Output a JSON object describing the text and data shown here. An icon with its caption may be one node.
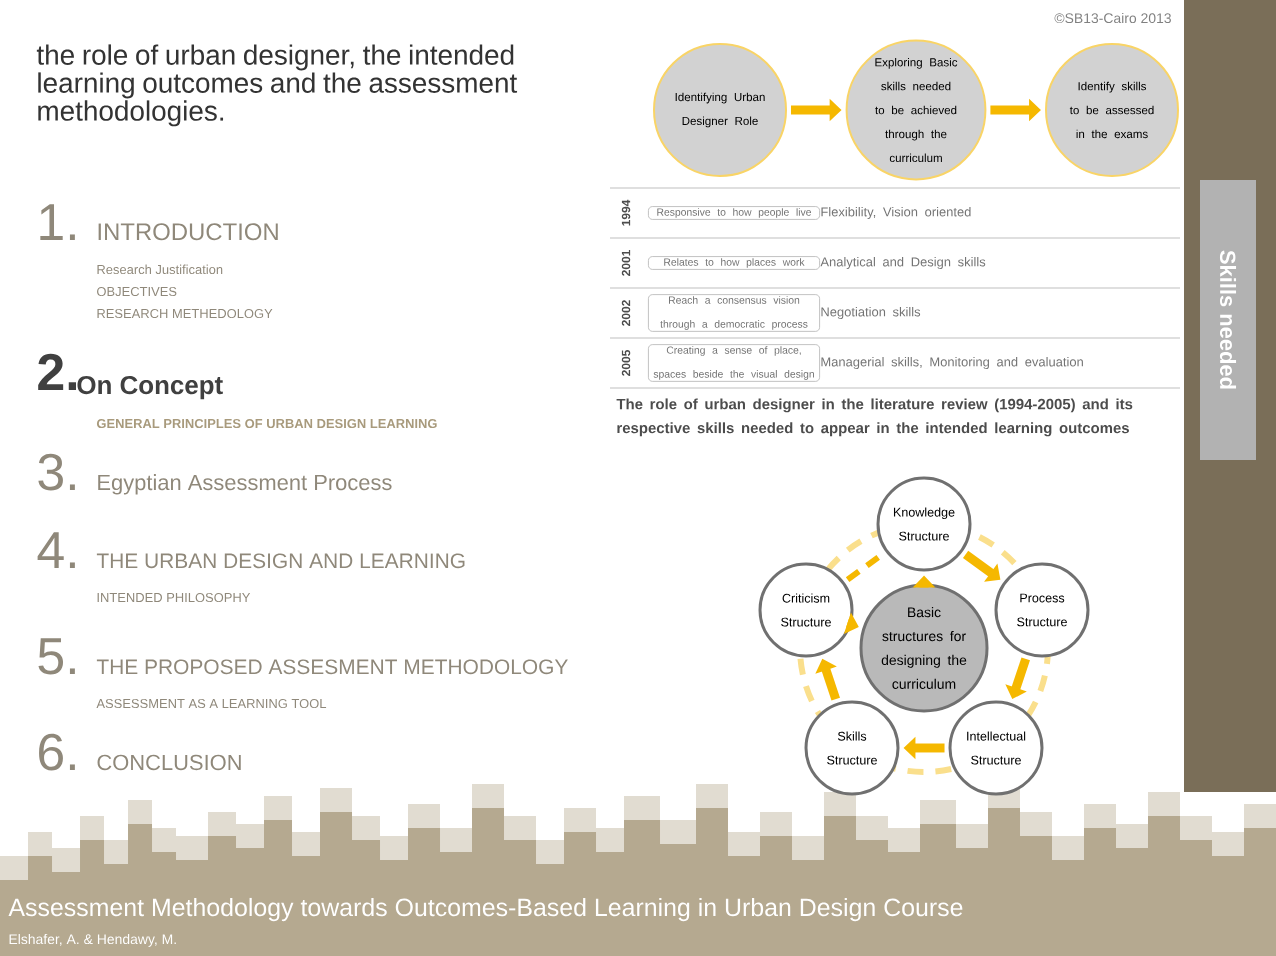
{
  "diagram": {
    "nodes": [
      {
        "text": [
          "Identifying Urban Designer Role"
        ]
      },
      {
        "text": [
          "Exploring Basic skills needed to be achieved through the curriculum"
        ]
      },
      {
        "text": [
          "Identify skills to be assessed in the exams"
        ]
      },
      {
        "text": [],
        "shape": "bar"
      },
      {
        "text": [
          "Skills needed"
        ],
        "in": 3
      },
      {
        "text": [
          "Knowledge Structure"
        ]
      },
      {
        "text": [
          "Criticism Structure"
        ]
      },
      {
        "text": [
          "Basic structures for designing the curriculum"
        ]
      },
      {
        "text": [
          "Process Structure"
        ]
      },
      {
        "text": [
          "Skills Structure"
        ]
      },
      {
        "text": [
          "Intellectual Structure"
        ]
      }
    ],
    "edges": [
      {
        "from": 0,
        "to": 1,
        "arrow": "to"
      },
      {
        "from": 1,
        "to": 2,
        "arrow": "to"
      },
      {
        "from": 7,
        "to": 5,
        "arrow": "to"
      },
      {
        "from": 5,
        "to": 8,
        "arrow": "to"
      },
      {
        "from": 8,
        "to": 10,
        "arrow": "to"
      },
      {
        "from": 10,
        "to": 9,
        "arrow": "to"
      },
      {
        "from": 9,
        "to": 6,
        "arrow": "to"
      },
      {
        "from": 6,
        "to": 7,
        "arrow": "to"
      },
      {
        "from": 6,
        "to": 5,
        "arrow": "none",
        "style": "dashed"
      }
    ],
    "labels": [
      "the role of urban designer, the intended learning outcomes and the assessment methodologies.",
      "1.",
      "INTRODUCTION",
      "Research Justification",
      "OBJECTIVES",
      "RESEARCH METHEDOLOGY",
      "2.",
      "On Concept",
      "GENERAL PRINCIPLES OF URBAN DESIGN LEARNING",
      "3.",
      "Egyptian Assessment Process",
      "4.",
      "THE URBAN DESIGN AND LEARNING",
      "INTENDED PHILOSOPHY",
      "5.",
      "THE PROPOSED ASSESMENT METHODOLOGY",
      "ASSESSMENT AS A LEARNING TOOL",
      "6.",
      "CONCLUSION",
      "1994",
      "Responsive to how people live",
      "Flexibility, Vision oriented",
      "2001",
      "Relates to how places work",
      "Analytical and Design skills",
      "2002",
      "Reach a consensus vision through a democratic process",
      "Negotiation skills",
      "2005",
      "Creating a sense of place, spaces beside the visual design",
      "Managerial skills, Monitoring and evaluation",
      "The role of urban designer in the literature review (1994-2005) and its respective skills needed to appear in the intended learning outcomes",
      "©SB13-Cairo 2013",
      "Assessment Methodology towards Outcomes-Based Learning in Urban Design Course",
      "Elshafer, A. & Hendawy, M."
    ]
  }
}
